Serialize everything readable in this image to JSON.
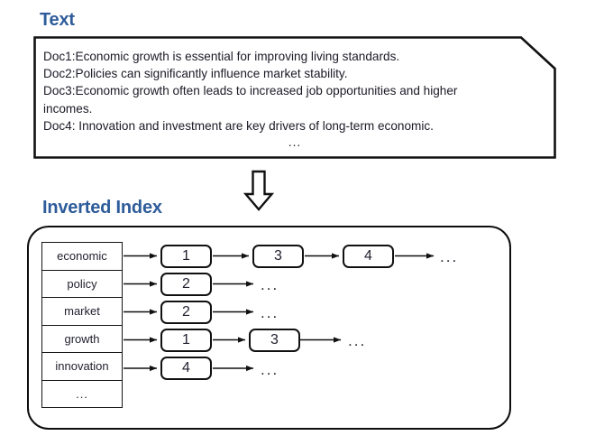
{
  "headings": {
    "text": "Text",
    "inverted_index": "Inverted Index"
  },
  "text_box": {
    "lines": [
      "Doc1:Economic growth is essential for improving living standards.",
      "Doc2:Policies can significantly influence market stability.",
      "Doc3:Economic growth often leads to increased job opportunities and higher",
      "incomes.",
      "Doc4: Innovation and investment are key drivers of long-term economic."
    ],
    "ellipsis": "..."
  },
  "flow": {
    "arrow_label": "down-arrow"
  },
  "index": {
    "terms": [
      "economic",
      "policy",
      "market",
      "growth",
      "innovation",
      "..."
    ],
    "rows": [
      {
        "term": "economic",
        "postings": [
          "1",
          "3",
          "4"
        ],
        "ellipsis": "..."
      },
      {
        "term": "policy",
        "postings": [
          "2"
        ],
        "ellipsis": "..."
      },
      {
        "term": "market",
        "postings": [
          "2"
        ],
        "ellipsis": "..."
      },
      {
        "term": "growth",
        "postings": [
          "1",
          "3"
        ],
        "ellipsis": "..."
      },
      {
        "term": "innovation",
        "postings": [
          "4"
        ],
        "ellipsis": "..."
      },
      {
        "term": "...",
        "postings": [],
        "ellipsis": ""
      }
    ]
  },
  "colors": {
    "heading": "#2E5C9A",
    "stroke": "#111111",
    "text": "#1f1f2e",
    "background": "#ffffff"
  }
}
